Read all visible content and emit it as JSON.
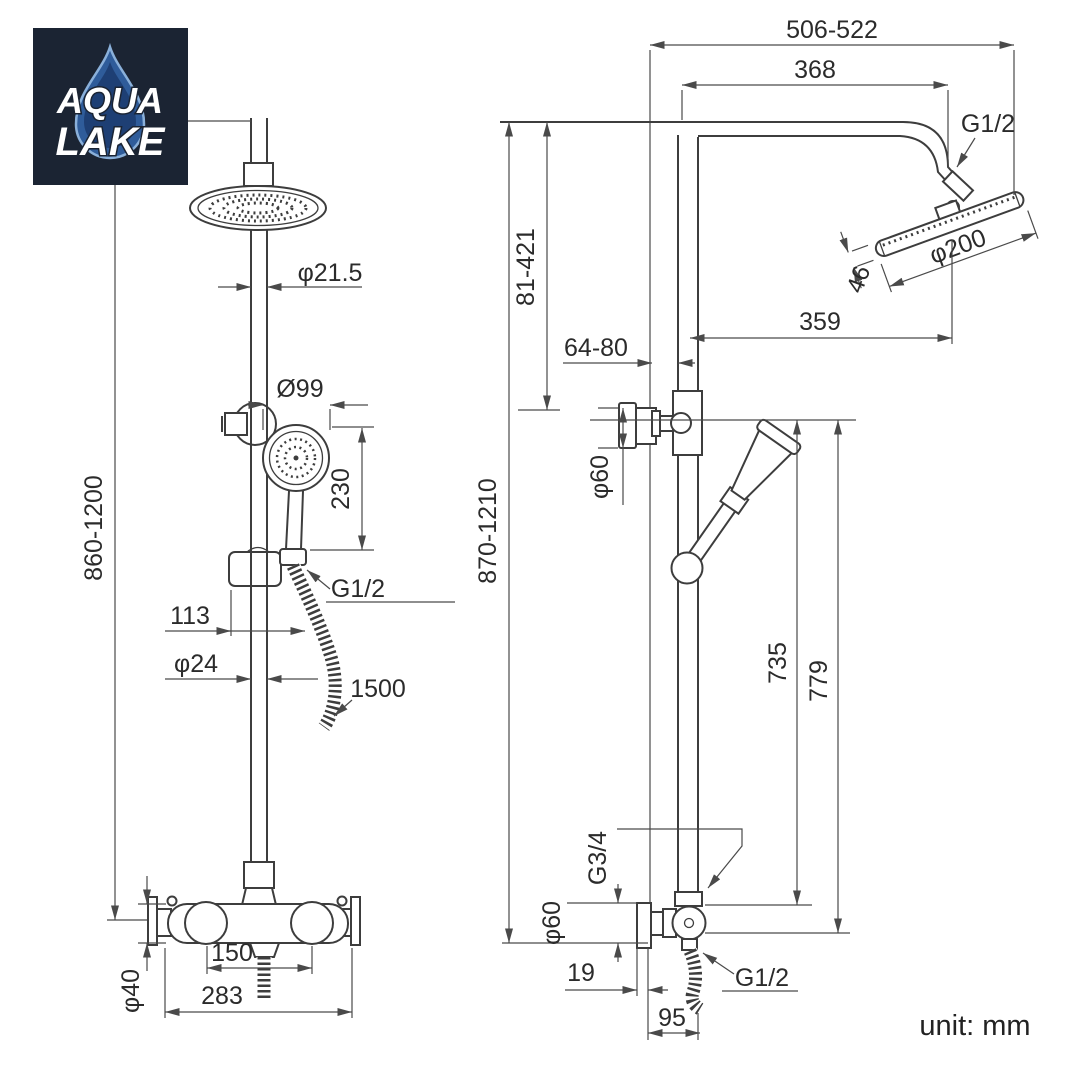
{
  "logo": {
    "line1": "AQUA",
    "line2": "LAKE"
  },
  "footer": {
    "unit_label": "unit: mm"
  },
  "colors": {
    "line": "#3d3d3d",
    "dim": "#4a4a4a",
    "text": "#2b2b2b",
    "logo_bg": "#1b2433",
    "logo_drop": "#2f5c9a",
    "logo_drop_edge": "#8ab0da",
    "logo_drop_inner": "#1e3f74"
  },
  "front_view": {
    "head_pipe_diameter": "φ21.5",
    "handshower_diameter": "Ø99",
    "handshower_length": "230",
    "hose_thread": "G1/2",
    "bracket_offset": "113",
    "riser_diameter": "φ24",
    "hose_length": "1500",
    "height_range": "860-1200",
    "inlet_spacing": "150",
    "valve_width": "283",
    "valve_diameter": "φ40"
  },
  "side_view": {
    "overall_width": "506-522",
    "arm_length": "368",
    "head_thread": "G1/2",
    "head_diameter": "φ200",
    "head_thickness": "46",
    "head_projection": "359",
    "head_height_range": "81-421",
    "wall_clearance": "64-80",
    "bracket_diameter": "φ60",
    "holder_to_valve_top": "735",
    "holder_to_valve_center": "779",
    "total_height_range": "870-1210",
    "riser_thread": "G3/4",
    "valve_diameter": "φ60",
    "wall_plate_depth": "19",
    "valve_depth": "95",
    "outlet_thread": "G1/2"
  }
}
